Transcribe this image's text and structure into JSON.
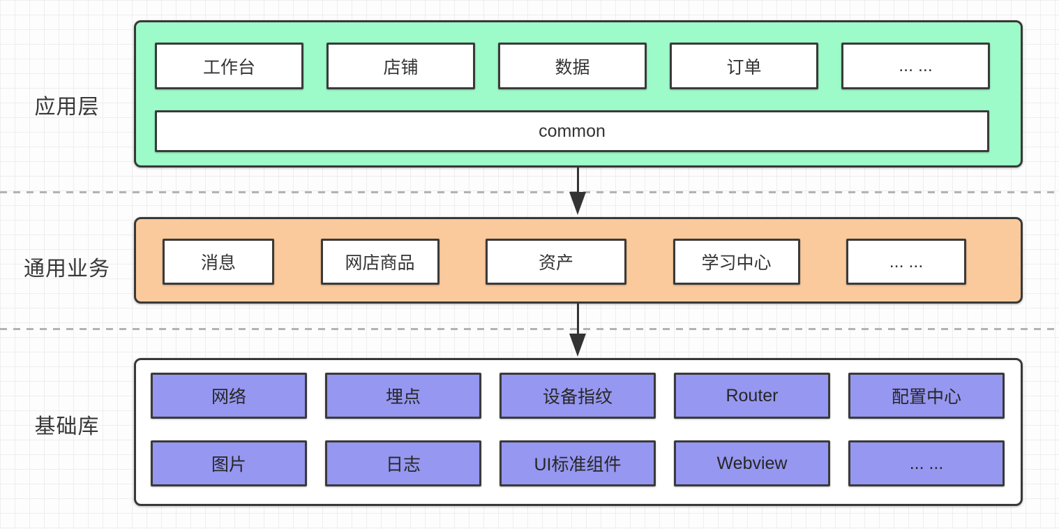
{
  "layers": {
    "app": {
      "label": "应用层",
      "modules": [
        "工作台",
        "店铺",
        "数据",
        "订单",
        "... ..."
      ],
      "common": "common",
      "bg_color": "#9DFAC9"
    },
    "business": {
      "label": "通用业务",
      "modules": [
        "消息",
        "网店商品",
        "资产",
        "学习中心",
        "... ..."
      ],
      "bg_color": "#FACA9C"
    },
    "base": {
      "label": "基础库",
      "row1": [
        "网络",
        "埋点",
        "设备指纹",
        "Router",
        "配置中心"
      ],
      "row2": [
        "图片",
        "日志",
        "UI标准组件",
        "Webview",
        "... ..."
      ],
      "bg_color": "#FFFFFF",
      "module_bg_color": "#9697F0"
    }
  },
  "colors": {
    "border": "#3A3A3A",
    "dashed_separator": "#B3B3B3",
    "arrow": "#333333",
    "grid_line": "#EEEEEE",
    "background": "#FDFDFD"
  }
}
